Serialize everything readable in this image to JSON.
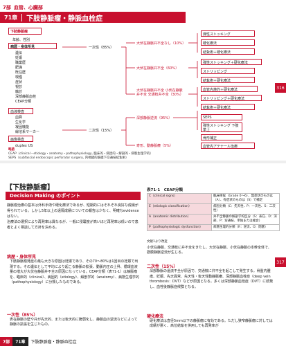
{
  "header": {
    "part_no": "7部",
    "part_name": "血管、心臓部",
    "chapter_no": "71章",
    "chapter_title": "下肢静脈瘤・静脈血栓症"
  },
  "side_tabs": [
    "316",
    "317"
  ],
  "flowchart": {
    "root": "下肢静脈瘤",
    "left_items": [
      "年齢、性別",
      "病歴・身体所見",
      "遺伝",
      "妊娠",
      "職業歴",
      "肥満",
      "既往歴",
      "喫煙",
      "症状",
      "視診",
      "触診",
      "深部静脈血栓",
      "CEAP分類"
    ],
    "left_exams": [
      "血液検査",
      "血算",
      "生化学",
      "凝固機能",
      "線溶系マーカー",
      "画像検査",
      "duplex US"
    ],
    "primary_label": "一次性（85%）",
    "secondary_label": "二次性（15%）",
    "primary_branches": [
      {
        "label": "大伏在静脈弁不全なし（10%）",
        "items": [
          "弾性ストッキング",
          "硬化療法",
          "結紮術＋硬化療法"
        ]
      },
      {
        "label": "大伏在静脈弁不全（60%）",
        "items": [
          "弾性ストッキング＋硬化療法",
          "ストリッピング",
          "結紮術＋硬化療法"
        ]
      },
      {
        "label": "大伏在静脈弁不全 小伏在静脈弁不全 交通枝弁不全（30%）",
        "items": [
          "血管内焼灼＋硬化療法",
          "ストリッピング＋硬化療法",
          "結紮術＋硬化療法"
        ]
      }
    ],
    "secondary_branches": [
      {
        "label": "深部静脈逆流（95%）",
        "items": [
          "SEPS",
          "弾性ストッキング 下肢挙上",
          "骨形補正"
        ]
      },
      {
        "label": "奇形、動静脈瘻（5%）",
        "items": [
          "血管内アテナール治療"
        ]
      }
    ]
  },
  "notes": [
    "略語",
    "CEAP（clinical・etiology・anatomy・pathophysiology, 臨床的・病因的・解剖的・病態生理学的）",
    "SEPS（subfascial endoscopic perforator surgery, 内視鏡的筋膜下交通枝結紮術）"
  ],
  "section_title": "【下肢静脈瘤】",
  "dm_title": "Decision Making のポイント",
  "points": [
    "静脈瘤治療の基本は外科手術や硬化療法であるが、短期的にはそれぞれ良好な成績が得られている。しかし5年以上の遠隔成績についての報告は少なく、明確なevidenceはない。",
    "治療法の選択により再発率は異なるが、一般に侵襲度が高いほど再発率は低いので患者とよく相談して方針を決める。"
  ],
  "sub1_title": "病歴・身体所見",
  "sub1_body": "下肢静脈瘤発症の最も大きな原因は妊娠であり、その70〜80%は1回目の妊娠で出現する。その遺伝として平均により起こる静脈の拡張、動脈内圧の上昇、循環血液量の増大が大伏在静脈弁不全の原因になっている。CEAP分類（表71-1）は静脈瘤を、臨床的（clinical）、病因的（etiology）、解剖学的（anatomy）、病態生理学的（pathophysiology）に分類したものである。",
  "sub2_title": "一次性（85%）",
  "sub2_body": "表在静脈の壁や弁が先天的、または後天的に脆弱化し、静脈血の逆流などによって静脈の拡張を生じたもの。",
  "table_title": "表71-1　CEAP分類",
  "table_rows": [
    [
      "C（clinical signs）",
      "臨床徴候（Grade 0〜6）、無症状のものは（A）、有症状のものは（S）で補足"
    ],
    [
      "E（etiologic classification）",
      "病因分類（C：先天性、P：一次性、S：二次性）"
    ],
    [
      "A（anatomic distribution）",
      "弁不全静脈の解剖学的区分（S：表在、D：深部、P：穿通枝、単独または複合）"
    ],
    [
      "P（pathophysiologic dysfunction）",
      "病態生理的分類（R：逆流、O：閉塞）"
    ]
  ],
  "table_src": "文献1より改変",
  "right_body": "小伏在静脈、交通枝に弁不全をきたし、大伏在静脈、小伏在静脈の本幹全体で、筋膜静脈逆流が生じる。",
  "sub3_title": "二次性（15%）",
  "sub3_body": "深部静脈の還流不全が原因で、交通枝に弁不全を起こして発生する。骨盤内腫瘍、妊娠、先天異常、先天性・後天性動静脈瘻、深部静脈血栓症（deep vein thrombosis：DVT）などが原因となる。多くは深部静脈血栓症（DVT）に続発し、血栓後静脈症候群となる。",
  "sub4_title": "硬化療法",
  "sub4_body": "硬化療法は直径5mm以下の静脈瘤に有効である。ただし狭窄静脈瘤に対しては成績が悪く、高位結紮を併用しても再発率が",
  "footer": {
    "part": "7部",
    "chapter": "71章",
    "title": "下肢静脈瘤・静脈血栓症"
  }
}
